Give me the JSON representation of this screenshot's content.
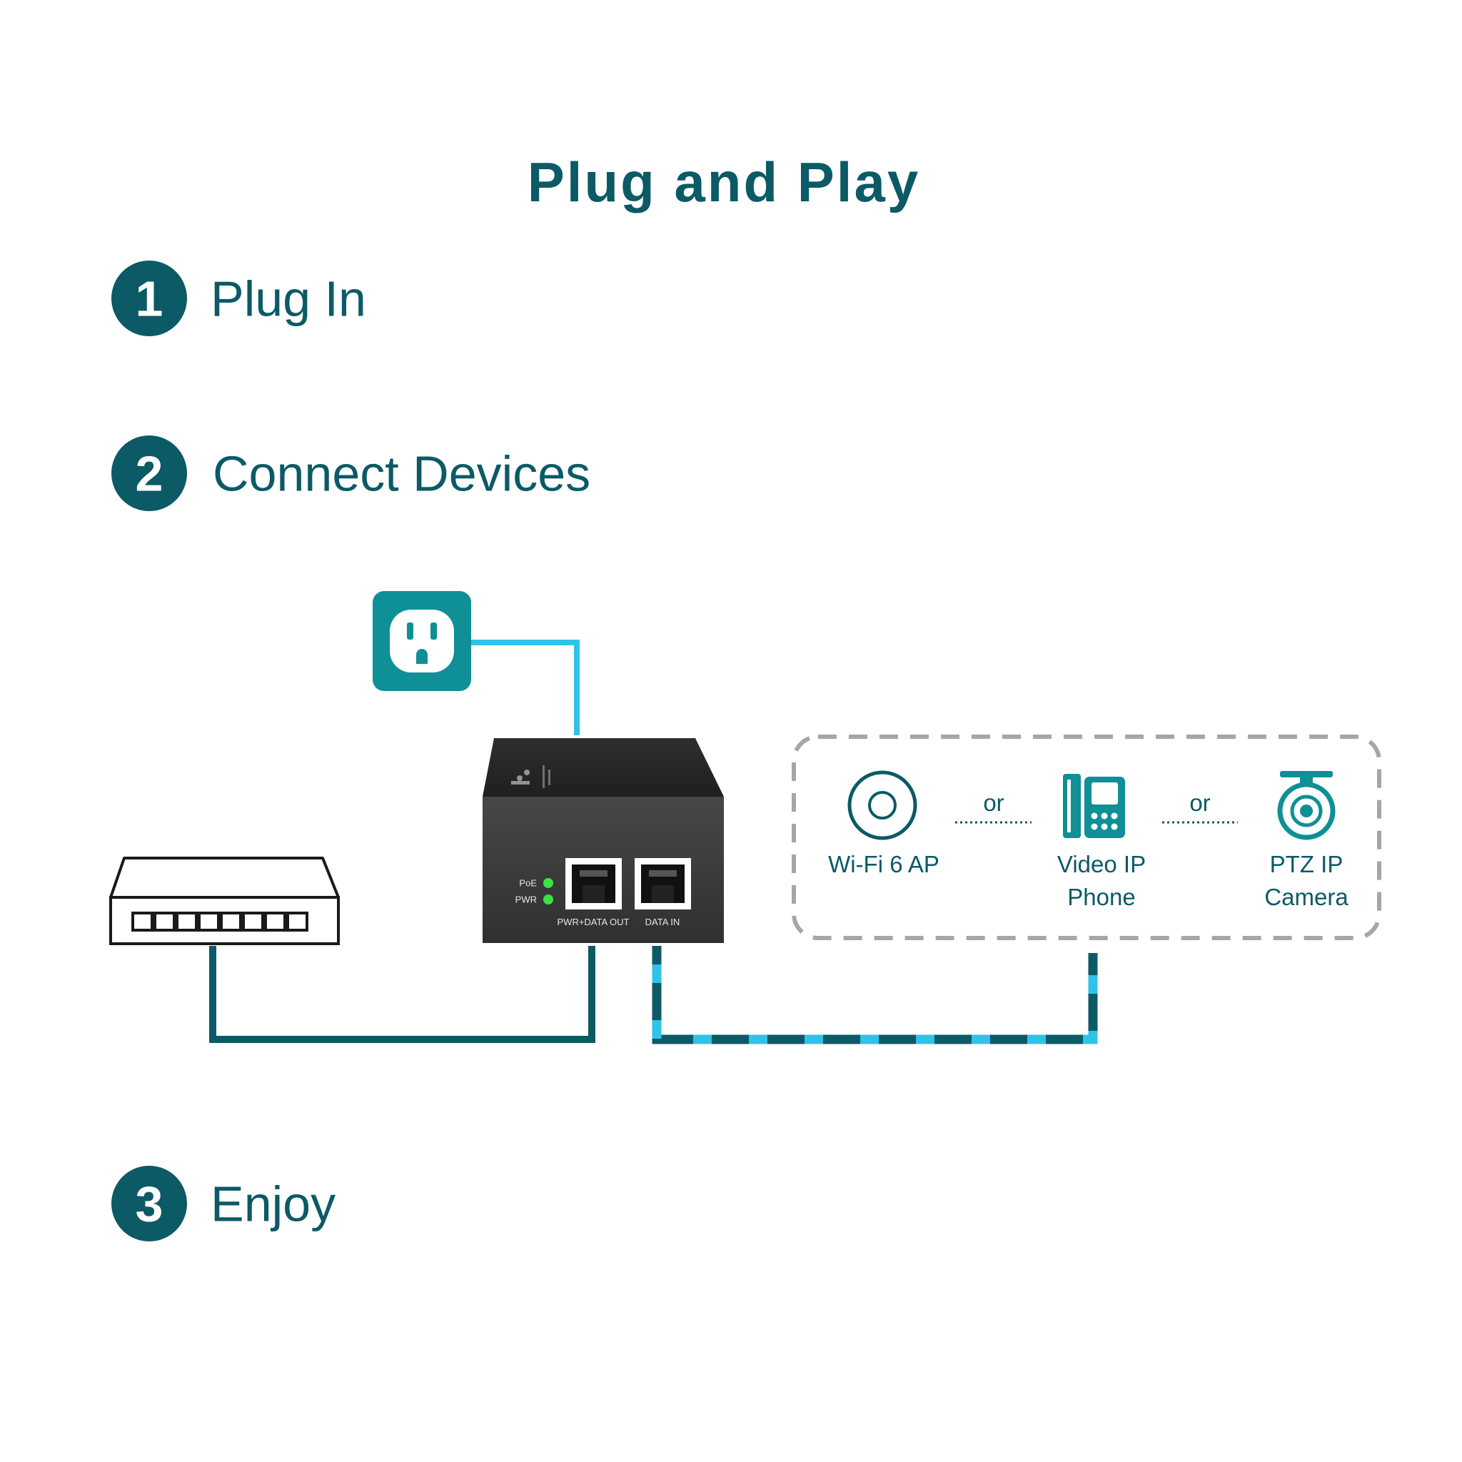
{
  "title": "Plug and Play",
  "steps": [
    {
      "number": "1",
      "label": "Plug In"
    },
    {
      "number": "2",
      "label": "Connect Devices"
    },
    {
      "number": "3",
      "label": "Enjoy"
    }
  ],
  "injector": {
    "led_labels": [
      "PoE",
      "PWR"
    ],
    "port_labels": [
      "PWR+DATA OUT",
      "DATA IN"
    ]
  },
  "devices": {
    "items": [
      {
        "icon": "access-point-icon",
        "lines": [
          "Wi-Fi 6 AP"
        ]
      },
      {
        "icon": "ip-phone-icon",
        "lines": [
          "Video IP",
          "Phone"
        ]
      },
      {
        "icon": "ptz-camera-icon",
        "lines": [
          "PTZ IP",
          "Camera"
        ]
      }
    ],
    "separator": "or"
  },
  "icons": {
    "power": "power-outlet-icon",
    "switch": "network-switch-icon",
    "injector": "poe-injector"
  },
  "colors": {
    "brand": "#0b5a66",
    "cable_light": "#2fc3e8",
    "device_box_border": "#a6a6a6",
    "led_green": "#39e53f",
    "injector_body": "#3a3a3a"
  }
}
